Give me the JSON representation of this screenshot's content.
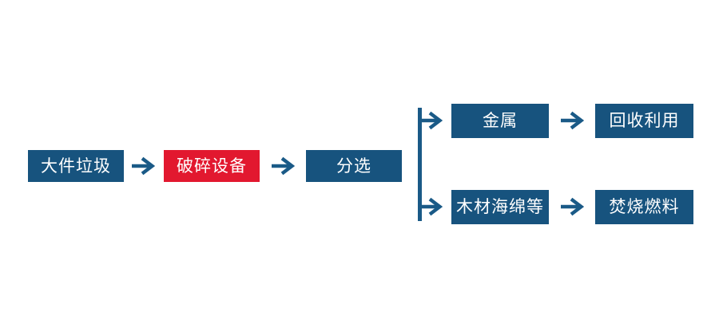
{
  "colors": {
    "background": "#FFFFFF",
    "node_blue": "#17537E",
    "node_red": "#E2182F",
    "arrow_blue": "#1A5A87",
    "text_white": "#FFFFFF"
  },
  "nodes": {
    "bulky_waste": {
      "label": "大件垃圾"
    },
    "crusher": {
      "label": "破碎设备"
    },
    "sorting": {
      "label": "分选"
    },
    "metal": {
      "label": "金属"
    },
    "recycling": {
      "label": "回收利用"
    },
    "wood_sponge": {
      "label": "木材海绵等"
    },
    "incineration_fuel": {
      "label": "焚烧燃料"
    }
  },
  "edges": [
    {
      "from": "bulky_waste",
      "to": "crusher"
    },
    {
      "from": "crusher",
      "to": "sorting"
    },
    {
      "from": "sorting",
      "to": "metal"
    },
    {
      "from": "sorting",
      "to": "wood_sponge"
    },
    {
      "from": "metal",
      "to": "recycling"
    },
    {
      "from": "wood_sponge",
      "to": "incineration_fuel"
    }
  ]
}
